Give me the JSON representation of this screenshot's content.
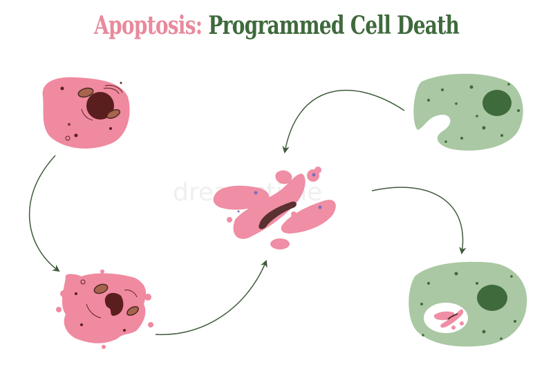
{
  "title": {
    "part1": "Apoptosis:",
    "part2": "Programmed Cell Death"
  },
  "colors": {
    "title_accent": "#e88a9c",
    "title_main": "#3f6a3c",
    "healthy_cell": "#f08aa0",
    "fragments": "#ef8ea4",
    "phagocyte": "#a9c8a3",
    "phagocyte_nucleus": "#3f6a3c",
    "arrow": "#3e5a3a",
    "nucleus_dark": "#5a1e1e"
  },
  "watermark": "dreamstime"
}
